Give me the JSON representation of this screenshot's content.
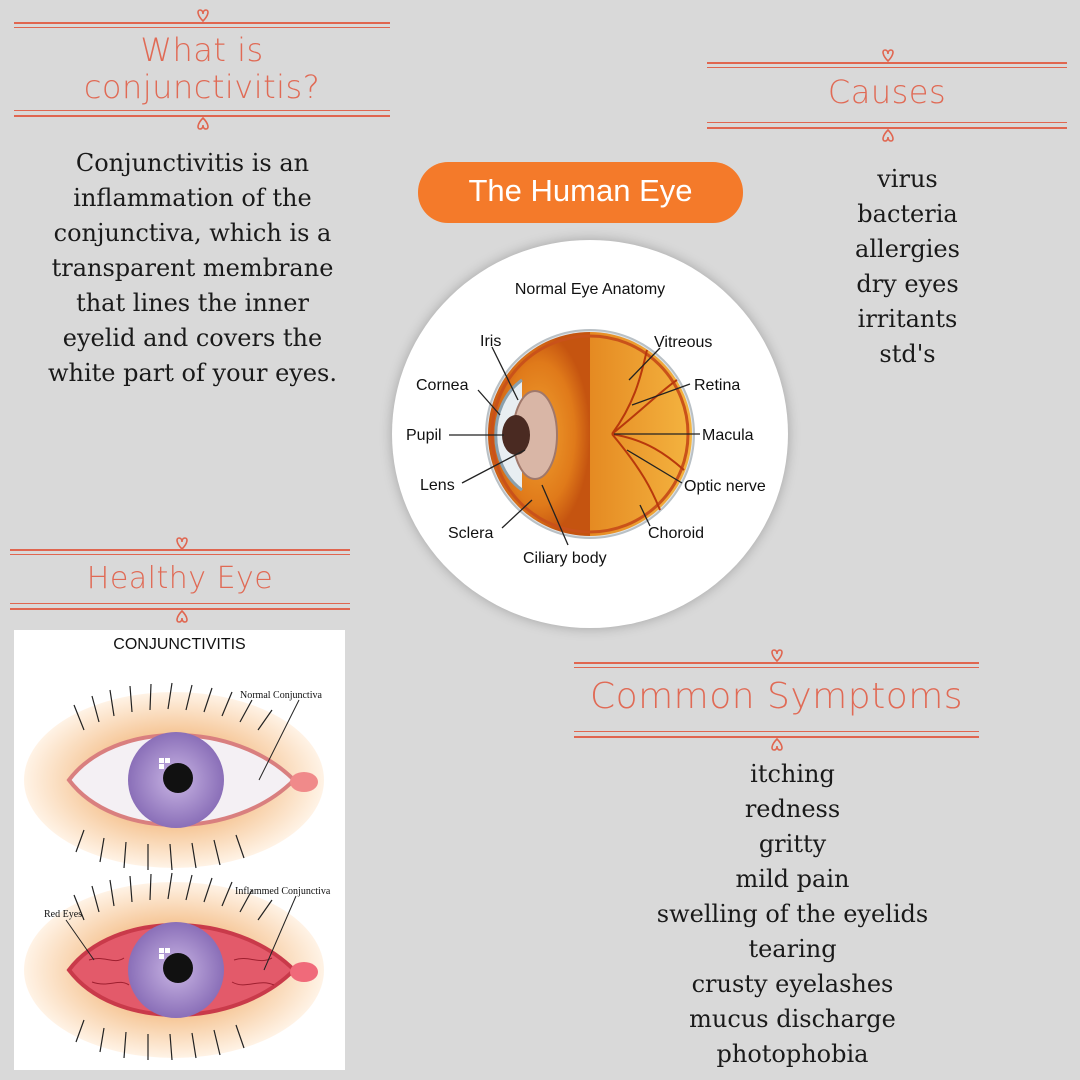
{
  "what_is": {
    "heading_line1": "What is",
    "heading_line2": "conjunctivitis?",
    "body": "Conjunctivitis is an inflammation of the conjunctiva, which is a transparent membrane that lines the inner eyelid and covers the white part of your eyes."
  },
  "center": {
    "pill_label": "The Human Eye",
    "anatomy_title": "Normal Eye Anatomy",
    "labels": {
      "iris": "Iris",
      "cornea": "Cornea",
      "pupil": "Pupil",
      "lens": "Lens",
      "sclera": "Sclera",
      "ciliary": "Ciliary body",
      "vitreous": "Vitreous",
      "retina": "Retina",
      "macula": "Macula",
      "optic": "Optic nerve",
      "choroid": "Choroid"
    }
  },
  "causes": {
    "heading": "Causes",
    "items": [
      "virus",
      "bacteria",
      "allergies",
      "dry eyes",
      "irritants",
      "std's"
    ]
  },
  "healthy": {
    "heading": "Healthy Eye",
    "card_title": "CONJUNCTIVITIS",
    "normal_label": "Normal Conjunctiva",
    "inflamed_label": "Inflammed Conjunctiva",
    "red_label": "Red Eyes"
  },
  "symptoms": {
    "heading": "Common Symptoms",
    "items": [
      "itching",
      "redness",
      "gritty",
      "mild pain",
      "swelling of the eyelids",
      "tearing",
      "crusty eyelashes",
      "mucus discharge",
      "photophobia"
    ]
  },
  "colors": {
    "accent": "#e06650",
    "pill": "#f47a2a",
    "background": "#d9d9d9"
  }
}
